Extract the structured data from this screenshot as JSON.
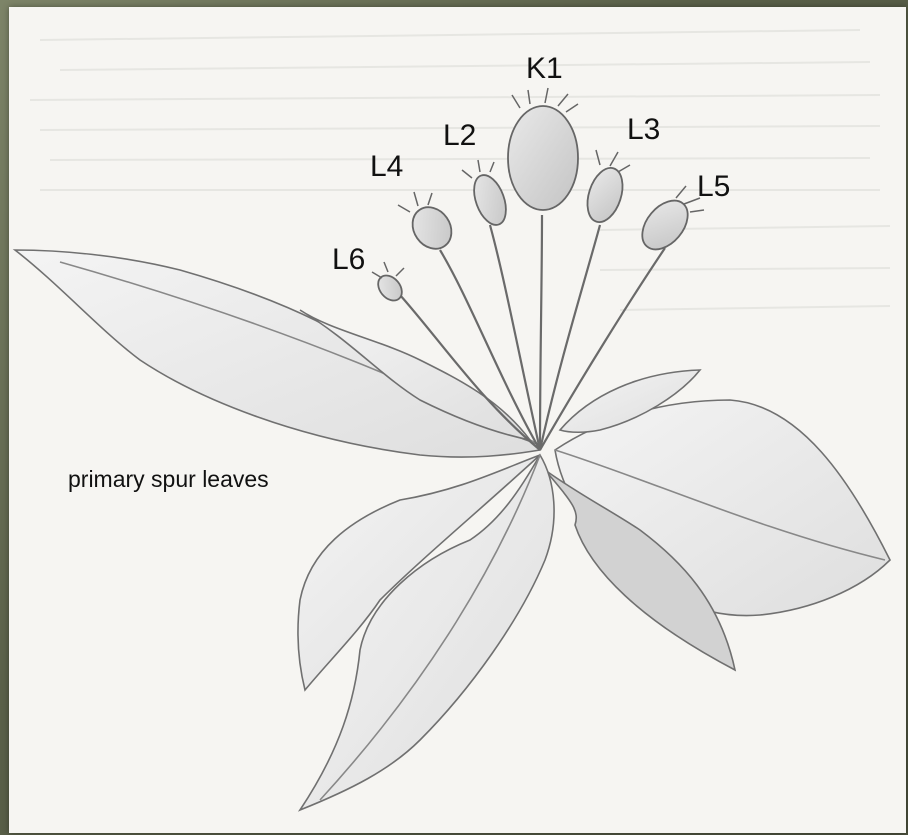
{
  "labels": {
    "k1": "K1",
    "l2": "L2",
    "l3": "L3",
    "l4": "L4",
    "l5": "L5",
    "l6": "L6",
    "caption": "primary spur leaves"
  },
  "colors": {
    "frame": "#5f6650",
    "paper": "#f6f5f2",
    "pencil": "#6f6f6f",
    "shade": "#cfcfcf"
  }
}
